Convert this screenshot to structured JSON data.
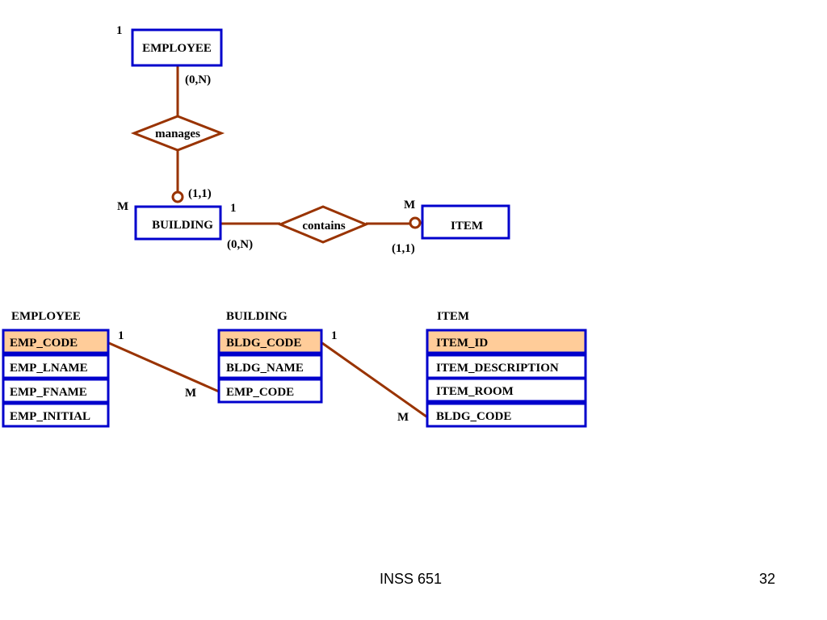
{
  "er_diagram": {
    "entities": {
      "employee": "EMPLOYEE",
      "building": "BUILDING",
      "item": "ITEM"
    },
    "relationships": {
      "manages": "manages",
      "contains": "contains"
    },
    "cardinalities": {
      "employee_one": "1",
      "employee_side": "(0,N)",
      "building_manages_side": "(1,1)",
      "building_many": "M",
      "building_one": "1",
      "building_contains_side": "(0,N)",
      "item_many": "M",
      "item_side": "(1,1)"
    }
  },
  "tables": {
    "employee": {
      "title": "EMPLOYEE",
      "fields": [
        "EMP_CODE",
        "EMP_LNAME",
        "EMP_FNAME",
        "EMP_INITIAL"
      ]
    },
    "building": {
      "title": "BUILDING",
      "fields": [
        "BLDG_CODE",
        "BLDG_NAME",
        "EMP_CODE"
      ]
    },
    "item": {
      "title": "ITEM",
      "fields": [
        "ITEM_ID",
        "ITEM_DESCRIPTION",
        "ITEM_ROOM",
        "BLDG_CODE"
      ]
    },
    "links": {
      "emp_one": "1",
      "bldg_many": "M",
      "bldg_one": "1",
      "item_many": "M"
    }
  },
  "footer": {
    "course": "INSS 651",
    "page": "32"
  },
  "colors": {
    "entity_border": "#0000cc",
    "relationship": "#993300",
    "primary_key_fill": "#ffcc99"
  }
}
